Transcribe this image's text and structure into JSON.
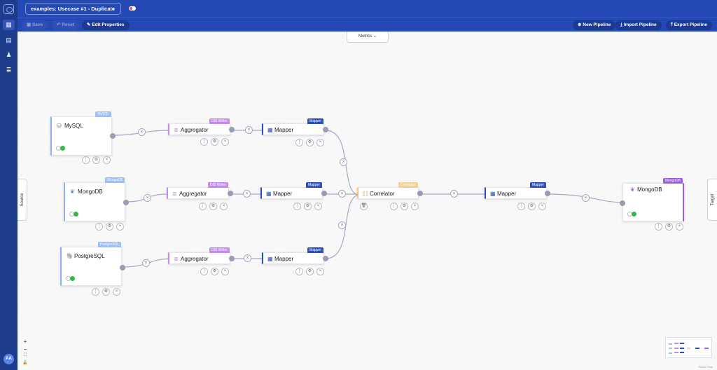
{
  "app": {
    "sidebar": {
      "items": [
        {
          "name": "pipelines-icon",
          "glyph": "▦",
          "active": true
        },
        {
          "name": "book-icon",
          "glyph": "▤",
          "active": false
        },
        {
          "name": "users-icon",
          "glyph": "♟",
          "active": false
        },
        {
          "name": "database-icon",
          "glyph": "≣",
          "active": false
        }
      ],
      "user_initials": "AA"
    },
    "topbar": {
      "pipeline_selector": "examples:  Usecase #1 - Duplicate",
      "chevron": "⌄"
    },
    "toolbar": {
      "save": "Save",
      "reset": "Reset",
      "edit_properties": "Edit Properties",
      "new_pipeline": "New Pipeline",
      "import_pipeline": "Import Pipeline",
      "export_pipeline": "Export Pipeline"
    },
    "canvas": {
      "metrics_label": "Metrics",
      "source_tab": "Source",
      "target_tab": "Target",
      "zoom_controls": [
        "+",
        "−",
        "⛶",
        "🔒"
      ],
      "attribution": "React Flow"
    },
    "nodes": {
      "mysql": {
        "label": "MySQL",
        "badge": "MySQL"
      },
      "mongodb_src": {
        "label": "MongoDB",
        "badge": "MongoDB"
      },
      "postgres": {
        "label": "PostgreSQL",
        "badge": "PostgreSQL"
      },
      "agg1": {
        "label": "Aggregator",
        "badge": "DIS Writer"
      },
      "agg2": {
        "label": "Aggregator",
        "badge": "DIS Writer"
      },
      "agg3": {
        "label": "Aggregator",
        "badge": "DIS Writer"
      },
      "map1": {
        "label": "Mapper",
        "badge": "Mapper"
      },
      "map2": {
        "label": "Mapper",
        "badge": "Mapper"
      },
      "map3": {
        "label": "Mapper",
        "badge": "Mapper"
      },
      "correlator": {
        "label": "Correlator",
        "badge": "Correlator"
      },
      "map4": {
        "label": "Mapper",
        "badge": "Mapper"
      },
      "mongodb_tgt": {
        "label": "MongoDB",
        "badge": "MongoDB"
      }
    },
    "colors": {
      "primary": "#2549b4",
      "sidebar": "#1e3c8c",
      "source_accent": "#8db0f0",
      "writer_accent": "#c48bec",
      "mapper_accent": "#2c4fb8",
      "correlator_accent": "#f0c27a",
      "target_accent": "#9b5ee0",
      "status_ok": "#3bb54a"
    }
  }
}
